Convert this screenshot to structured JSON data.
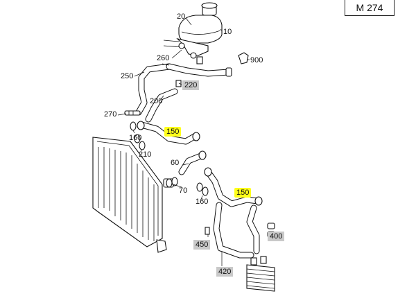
{
  "engine_code": "M 274",
  "callouts": {
    "c10": "10",
    "c20": "20",
    "c60": "60",
    "c70": "70",
    "c150a": "150",
    "c150b": "150",
    "c160a": "160",
    "c160b": "160",
    "c200": "200",
    "c210": "210",
    "c220": "220",
    "c250": "250",
    "c260": "260",
    "c270": "270",
    "c400": "400",
    "c420": "420",
    "c450": "450",
    "c900": "900"
  },
  "colors": {
    "highlight": "#ffff1a",
    "label_gray": "#c9c9c9",
    "line": "#111111"
  }
}
